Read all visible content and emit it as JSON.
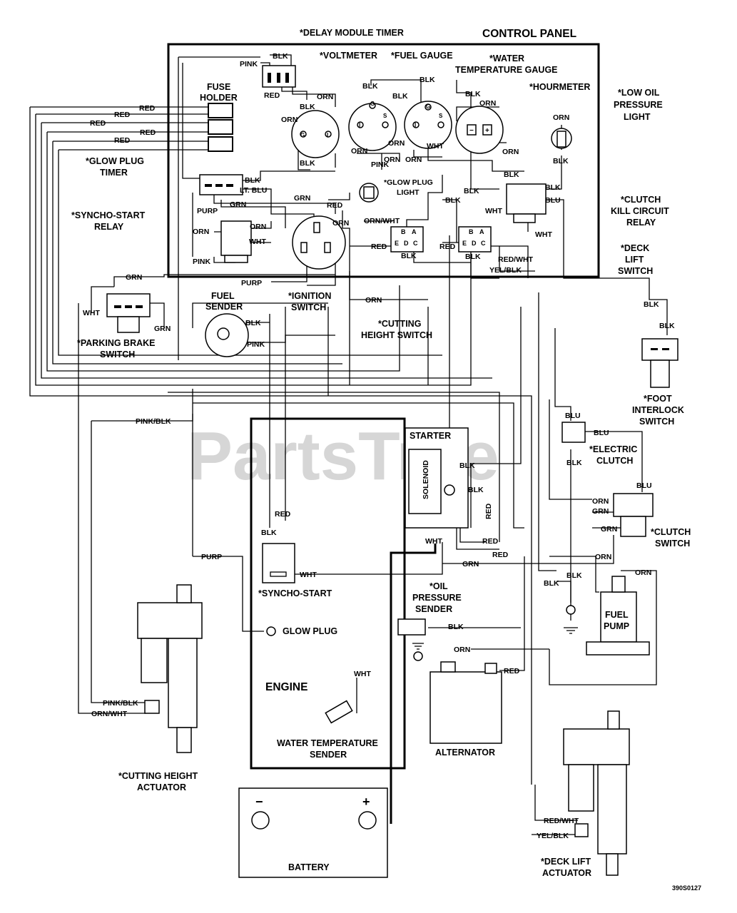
{
  "watermark": "PartsTree",
  "reference": "390S0127",
  "colors": {
    "line": "#000000",
    "watermark": "#d6d6d6",
    "background": "#ffffff"
  },
  "components": {
    "control_panel": "CONTROL PANEL",
    "delay_module_timer": "*DELAY MODULE TIMER",
    "voltmeter": "*VOLTMETER",
    "fuel_gauge": "*FUEL GAUGE",
    "water_temp_gauge_1": "*WATER",
    "water_temp_gauge_2": "TEMPERATURE GAUGE",
    "hourmeter": "*HOURMETER",
    "low_oil_1": "*LOW OIL",
    "low_oil_2": "PRESSURE",
    "low_oil_3": "LIGHT",
    "fuse_holder_1": "FUSE",
    "fuse_holder_2": "HOLDER",
    "glow_plug_timer_1": "*GLOW PLUG",
    "glow_plug_timer_2": "TIMER",
    "glow_plug_light_1": "*GLOW PLUG",
    "glow_plug_light_2": "LIGHT",
    "clutch_kill_1": "*CLUTCH",
    "clutch_kill_2": "KILL CIRCUIT",
    "clutch_kill_3": "RELAY",
    "syncho_relay_1": "*SYNCHO-START",
    "syncho_relay_2": "RELAY",
    "deck_lift_switch_1": "*DECK",
    "deck_lift_switch_2": "LIFT",
    "deck_lift_switch_3": "SWITCH",
    "fuel_sender_1": "FUEL",
    "fuel_sender_2": "SENDER",
    "ignition_1": "*IGNITION",
    "ignition_2": "SWITCH",
    "cutting_height_switch_1": "*CUTTING",
    "cutting_height_switch_2": "HEIGHT SWITCH",
    "parking_brake_1": "*PARKING BRAKE",
    "parking_brake_2": "SWITCH",
    "foot_interlock_1": "*FOOT",
    "foot_interlock_2": "INTERLOCK",
    "foot_interlock_3": "SWITCH",
    "starter": "STARTER",
    "solenoid": "SOLENOID",
    "electric_clutch_1": "*ELECTRIC",
    "electric_clutch_2": "CLUTCH",
    "clutch_switch_1": "*CLUTCH",
    "clutch_switch_2": "SWITCH",
    "syncho_start": "*SYNCHO-START",
    "oil_sender_1": "*OIL",
    "oil_sender_2": "PRESSURE",
    "oil_sender_3": "SENDER",
    "fuel_pump_1": "FUEL",
    "fuel_pump_2": "PUMP",
    "glow_plug": "GLOW PLUG",
    "engine": "ENGINE",
    "water_temp_sender_1": "WATER TEMPERATURE",
    "water_temp_sender_2": "SENDER",
    "alternator": "ALTERNATOR",
    "cutting_actuator_1": "*CUTTING HEIGHT",
    "cutting_actuator_2": "ACTUATOR",
    "battery": "BATTERY",
    "deck_actuator_1": "*DECK LIFT",
    "deck_actuator_2": "ACTUATOR"
  },
  "terminal_marks": {
    "g": "G",
    "i": "I",
    "s": "S",
    "minus": "−",
    "plus": "+",
    "e": "E",
    "d": "D",
    "c": "C",
    "a": "A",
    "b": "B"
  },
  "wires": {
    "blk": "BLK",
    "pink": "PINK",
    "red": "RED",
    "orn": "ORN",
    "grn": "GRN",
    "purp": "PURP",
    "wht": "WHT",
    "blu": "BLU",
    "lt_blu": "LT. BLU",
    "orn_wht": "ORN/WHT",
    "red_wht": "RED/WHT",
    "yel_blk": "YEL/BLK",
    "pink_blk": "PINK/BLK"
  }
}
